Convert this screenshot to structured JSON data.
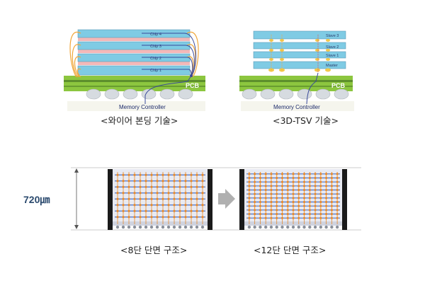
{
  "wire_bonding": {
    "chips": [
      "Chip 4",
      "Chip 3",
      "Chip 2",
      "Chip 1"
    ],
    "pcb_label": "PCB",
    "controller_label": "Memory Controller",
    "caption": "<와이어 본딩 기술>"
  },
  "tsv": {
    "chips": [
      "Slave 3",
      "Slave 2",
      "Slave 1",
      "Master"
    ],
    "pcb_label": "PCB",
    "controller_label": "Memory Controller",
    "caption": "<3D-TSV 기술>"
  },
  "cross_section": {
    "height_label": "720㎛",
    "left_caption": "<8단 단면 구조>",
    "right_caption": "<12단 단면 구조>",
    "left_layers": 8,
    "right_layers": 12
  },
  "colors": {
    "chip_top": "#8fd4ea",
    "chip_pink": "#f3b8b8",
    "pcb_green": "#8cc63f",
    "pcb_dark": "#3d6b1f",
    "wire": "#f0a63a",
    "route": "#3a4a9a",
    "ball": "#d8dde2",
    "orange_dot": "#e68a2e",
    "blue_line": "#4a72c8"
  }
}
